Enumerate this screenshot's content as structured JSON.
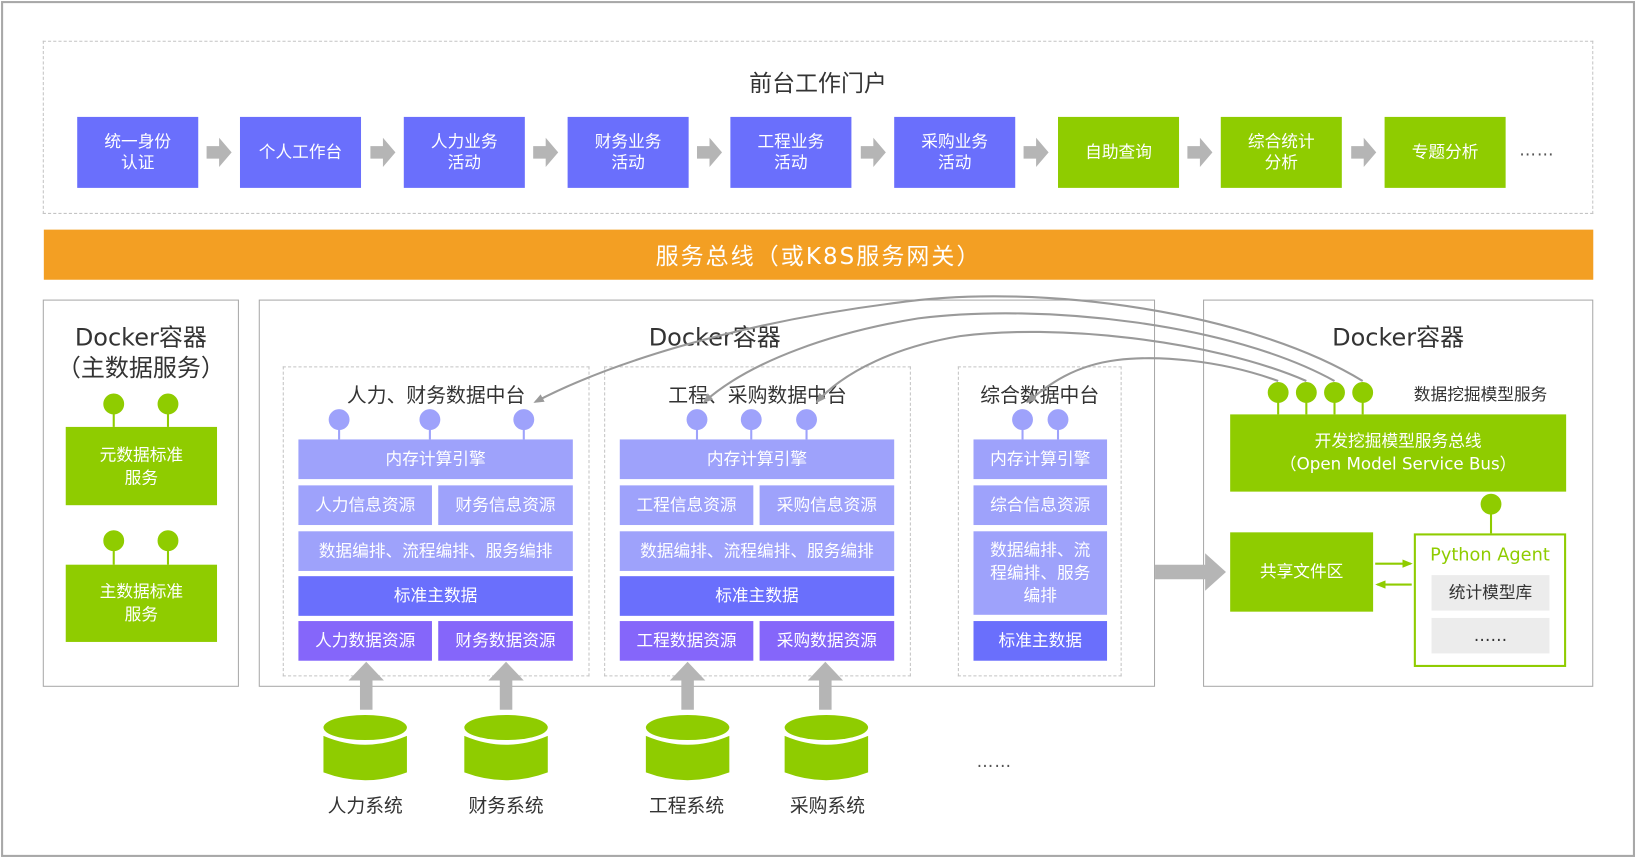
{
  "portal": {
    "title": "前台工作门户",
    "items": [
      {
        "label": "统一身份\n认证",
        "color": "blue"
      },
      {
        "label": "个人工作台",
        "color": "blue"
      },
      {
        "label": "人力业务\n活动",
        "color": "blue"
      },
      {
        "label": "财务业务\n活动",
        "color": "blue"
      },
      {
        "label": "工程业务\n活动",
        "color": "blue"
      },
      {
        "label": "采购业务\n活动",
        "color": "blue"
      },
      {
        "label": "自助查询",
        "color": "green"
      },
      {
        "label": "综合统计\n分析",
        "color": "green"
      },
      {
        "label": "专题分析",
        "color": "green"
      }
    ],
    "more": "……"
  },
  "service_bus": {
    "label": "服务总线（或K8S服务网关）"
  },
  "master_data_container": {
    "title": "Docker容器",
    "subtitle": "（主数据服务）",
    "services": [
      "元数据标准\n服务",
      "主数据标准\n服务"
    ]
  },
  "middle_container": {
    "title": "Docker容器",
    "platforms": [
      {
        "title": "人力、财务数据中台",
        "engine": "内存计算引擎",
        "info": [
          "人力信息资源",
          "财务信息资源"
        ],
        "orchestration": "数据编排、流程编排、服务编排",
        "master": "标准主数据",
        "resources": [
          "人力数据资源",
          "财务数据资源"
        ]
      },
      {
        "title": "工程、采购数据中台",
        "engine": "内存计算引擎",
        "info": [
          "工程信息资源",
          "采购信息资源"
        ],
        "orchestration": "数据编排、流程编排、服务编排",
        "master": "标准主数据",
        "resources": [
          "工程数据资源",
          "采购数据资源"
        ]
      },
      {
        "title": "综合数据中台",
        "engine": "内存计算引擎",
        "info": [
          "综合信息资源"
        ],
        "orchestration": "数据编排、流\n程编排、服务\n编排",
        "master": "标准主数据"
      }
    ]
  },
  "source_systems": {
    "items": [
      "人力系统",
      "财务系统",
      "工程系统",
      "采购系统"
    ],
    "more": "……"
  },
  "mining_container": {
    "title": "Docker容器",
    "service_label": "数据挖掘模型服务",
    "bus": "开发挖掘模型服务总线\n（Open Model Service Bus）",
    "shared_files": "共享文件区",
    "agent": {
      "title": "Python Agent",
      "items": [
        "统计模型库",
        "……"
      ]
    }
  },
  "colors": {
    "blue": "#6a6ffc",
    "light_blue": "#9ea2fb",
    "purple": "#8566fa",
    "green": "#8fcc00",
    "orange": "#f39f23",
    "gray_arrow": "#b5b5b5"
  }
}
